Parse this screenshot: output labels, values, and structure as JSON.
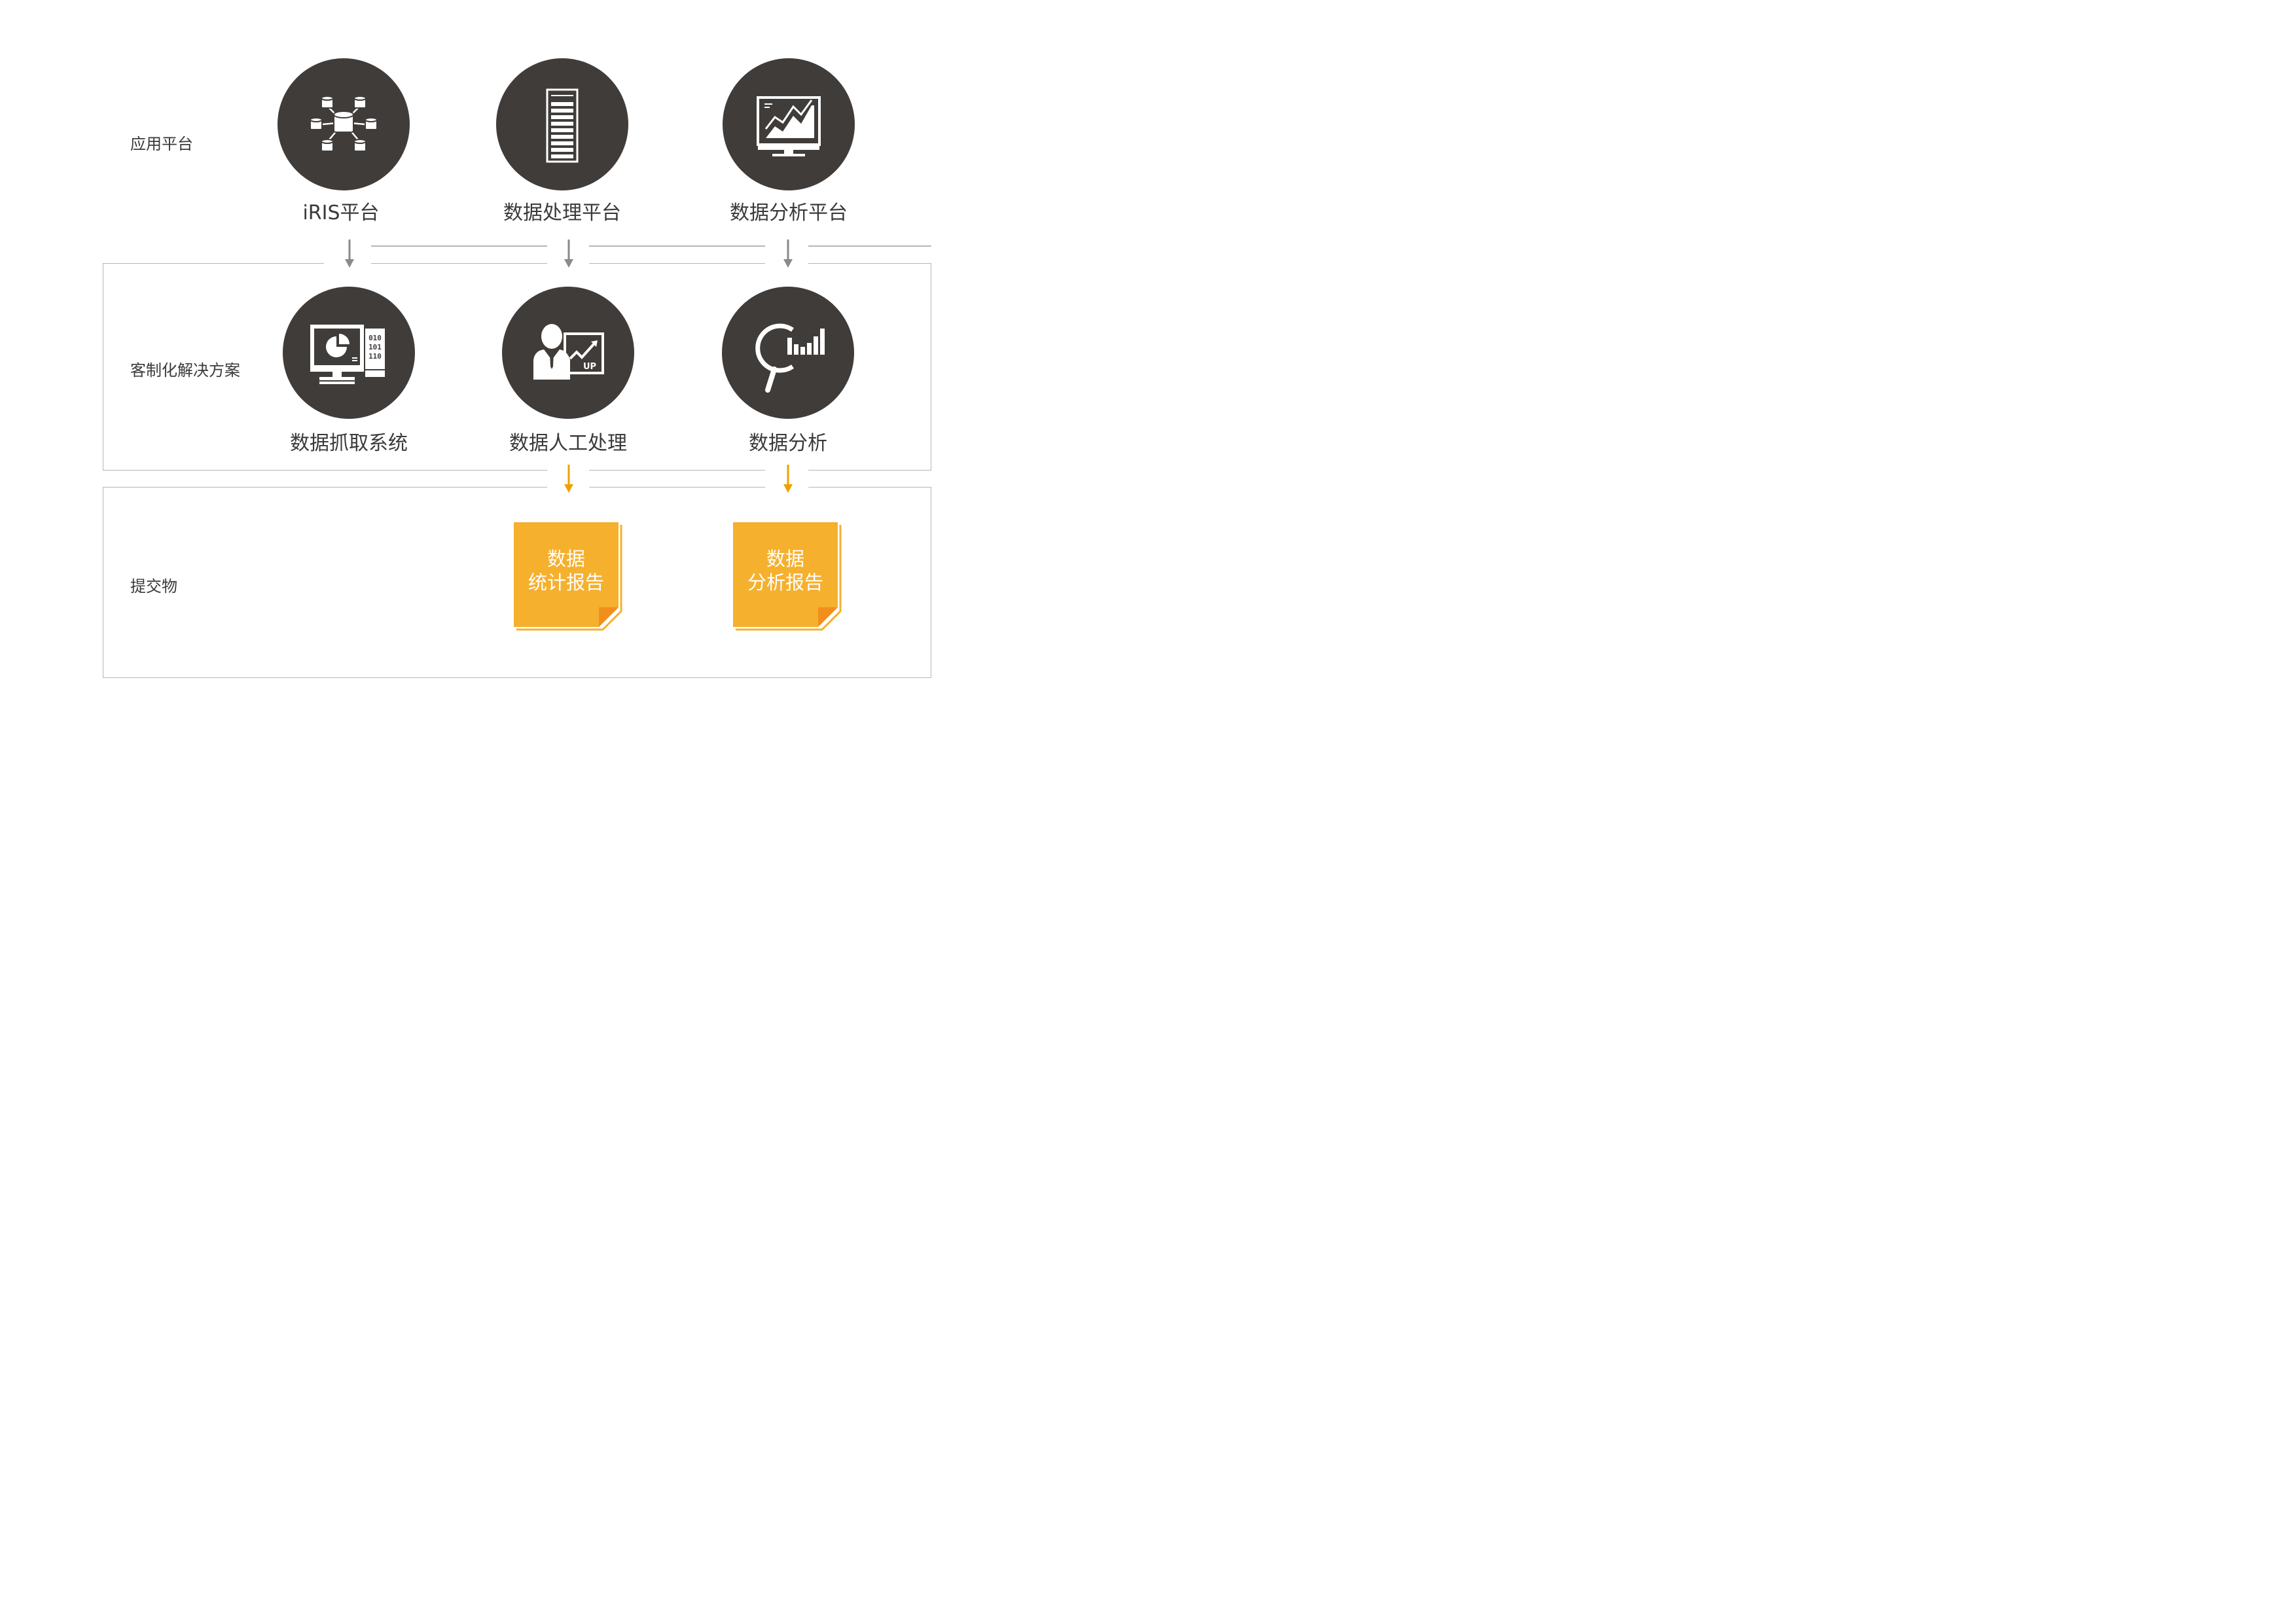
{
  "rows": {
    "platform": "应用平台",
    "custom": "客制化解决方案",
    "deliverable": "提交物"
  },
  "platforms": [
    {
      "label": "iRIS平台",
      "icon": "database-network-icon"
    },
    {
      "label": "数据处理平台",
      "icon": "server-rack-icon"
    },
    {
      "label": "数据分析平台",
      "icon": "analytics-monitor-icon"
    }
  ],
  "solutions": [
    {
      "label": "数据抓取系统",
      "icon": "computer-data-icon"
    },
    {
      "label": "数据人工处理",
      "icon": "person-presentation-icon",
      "badge": "UP"
    },
    {
      "label": "数据分析",
      "icon": "magnifier-chart-icon"
    }
  ],
  "deliverables": [
    {
      "line1": "数据",
      "line2": "统计报告"
    },
    {
      "line1": "数据",
      "line2": "分析报告"
    }
  ],
  "colors": {
    "circle": "#403c3a",
    "frame": "#b5b5b5",
    "gray_arrow": "#8a8a8a",
    "orange_arrow": "#f0a000",
    "note": "#f5b02e",
    "note_fold": "#f28f1c"
  }
}
